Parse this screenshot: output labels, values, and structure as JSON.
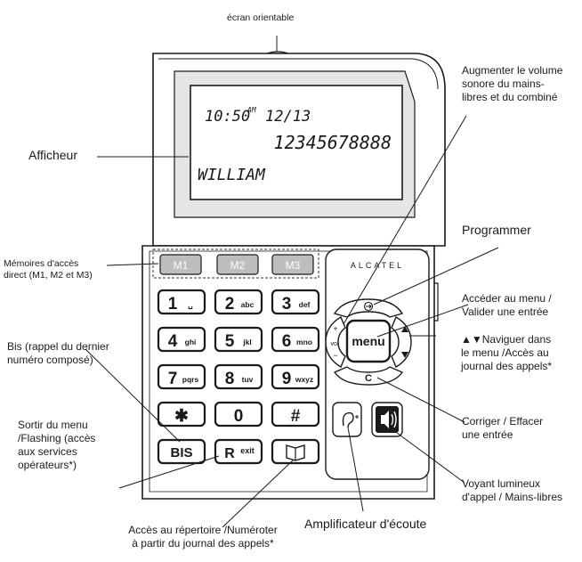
{
  "labels": {
    "screen_tilt": "écran orientable",
    "volume_up": [
      "Augmenter le volume",
      "sonore du mains-",
      "libres et du combiné"
    ],
    "display": "Afficheur",
    "program": "Programmer",
    "memories": [
      "Mémoires d'accès",
      "direct (M1, M2 et M3)"
    ],
    "menu_access": [
      "Accéder au menu /",
      "Valider une entrée"
    ],
    "navigate": [
      "▲▼Naviguer dans",
      "le menu /Accès au",
      "journal des appels*"
    ],
    "redial": [
      "Bis (rappel du dernier",
      "numéro composé)"
    ],
    "correct": [
      "Corriger / Effacer",
      "une entrée"
    ],
    "exit_flash": [
      "Sortir du menu",
      "/Flashing (accès",
      "aux services",
      "opérateurs*)"
    ],
    "light": [
      "Voyant lumineux",
      "d'appel / Mains-libres"
    ],
    "phonebook": [
      "Accès au répertoire /Numéroter",
      "à partir du journal des appels*"
    ],
    "amplifier": "Amplificateur d'écoute"
  },
  "lcd": {
    "time": "10:50",
    "ampm": "AM",
    "date": "12/13",
    "number": "12345678888",
    "name": "WILLIAM"
  },
  "brand": "ALCATEL",
  "keys": {
    "memory": [
      "M1",
      "M2",
      "M3"
    ],
    "digits": [
      {
        "main": "1",
        "sub": "␣"
      },
      {
        "main": "2",
        "sub": "abc"
      },
      {
        "main": "3",
        "sub": "def"
      },
      {
        "main": "4",
        "sub": "ghi"
      },
      {
        "main": "5",
        "sub": "jkl"
      },
      {
        "main": "6",
        "sub": "mno"
      },
      {
        "main": "7",
        "sub": "pqrs"
      },
      {
        "main": "8",
        "sub": "tuv"
      },
      {
        "main": "9",
        "sub": "wxyz"
      },
      {
        "main": "✱",
        "sub": ""
      },
      {
        "main": "0",
        "sub": ""
      },
      {
        "main": "#",
        "sub": ""
      }
    ],
    "bis": "BIS",
    "r_main": "R",
    "r_sub": "exit",
    "menu": "menu",
    "c": "C",
    "vol_plus": "+",
    "vol": "vol",
    "vol_minus": "−"
  }
}
